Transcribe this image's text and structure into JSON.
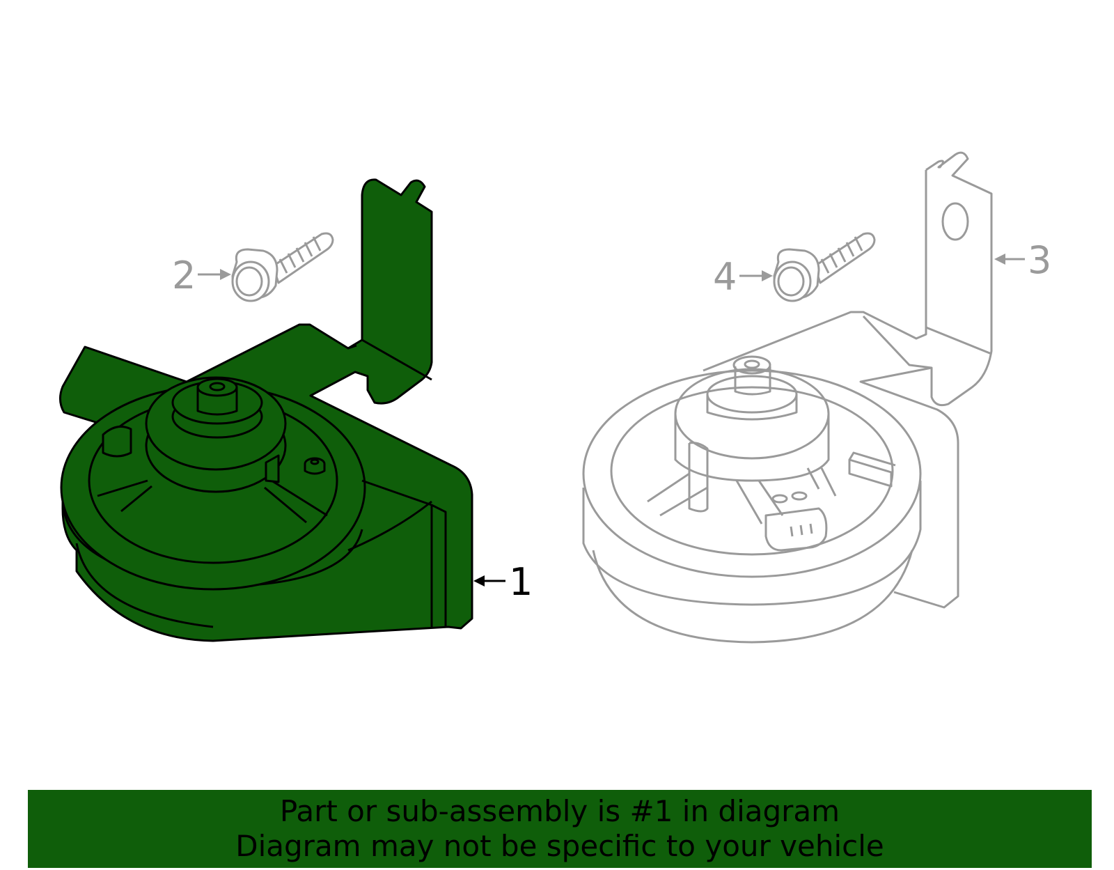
{
  "diagram": {
    "callouts": [
      {
        "id": "1",
        "label": "1",
        "highlighted": true
      },
      {
        "id": "2",
        "label": "2",
        "highlighted": false
      },
      {
        "id": "3",
        "label": "3",
        "highlighted": false
      },
      {
        "id": "4",
        "label": "4",
        "highlighted": false
      }
    ],
    "colors": {
      "highlight_fill": "#0f5e0a",
      "highlight_stroke": "#000000",
      "faded_stroke": "#9a9a9a"
    }
  },
  "banner": {
    "line1": "Part or sub-assembly is #1 in diagram",
    "line2": "Diagram may not be specific to your vehicle",
    "background": "#0f5e0a"
  }
}
